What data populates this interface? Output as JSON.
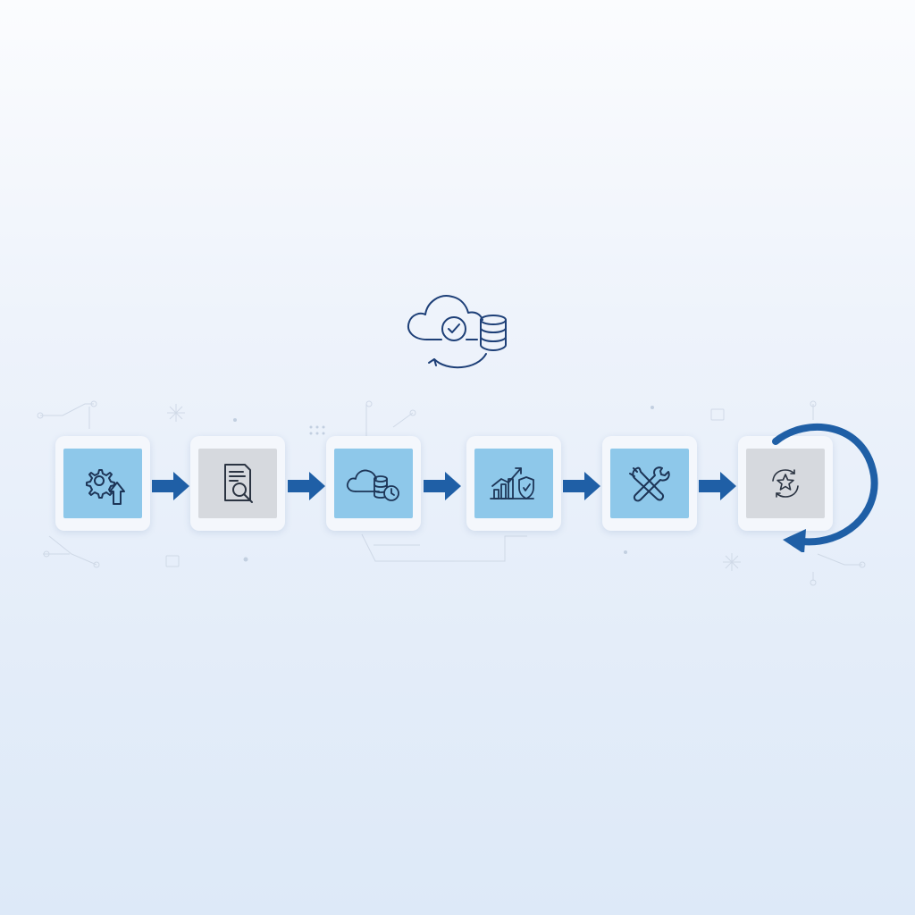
{
  "theme": {
    "accent": "#1f5fa6",
    "tile_blue": "#8ec8ea",
    "tile_gray": "#d6d9de",
    "icon_stroke": "#1d3557"
  },
  "hero": {
    "icon": "cloud-database-sync-icon"
  },
  "steps": [
    {
      "icon": "gear-upgrade-icon",
      "tile": "blue"
    },
    {
      "icon": "document-search-icon",
      "tile": "gray"
    },
    {
      "icon": "cloud-database-clock-icon",
      "tile": "blue"
    },
    {
      "icon": "growth-chart-shield-icon",
      "tile": "blue"
    },
    {
      "icon": "wrench-tools-icon",
      "tile": "blue"
    },
    {
      "icon": "star-refresh-icon",
      "tile": "gray"
    }
  ],
  "flow": {
    "arrows": 5,
    "loop_back": "cycle-arrow-icon"
  }
}
